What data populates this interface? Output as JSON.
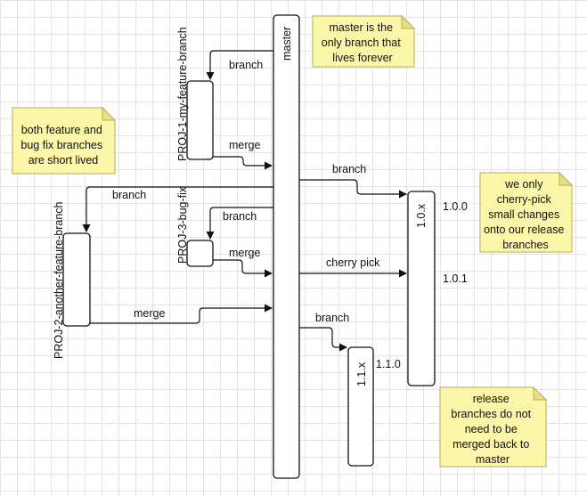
{
  "branches": {
    "master": "master",
    "feature1": "PROJ-1-my-feature-branch",
    "feature2": "PROJ-2-another-feature-branch",
    "bugfix": "PROJ-3-bug-fix",
    "release100": "1.0.x",
    "release110": "1.1.x"
  },
  "edges": {
    "branch_label": "branch",
    "merge_label": "merge",
    "cherry_pick_label": "cherry pick"
  },
  "versions": {
    "v100": "1.0.0",
    "v101": "1.0.1",
    "v110": "1.1.0"
  },
  "notes": {
    "master_note": [
      "master is the",
      "only branch that",
      "lives forever"
    ],
    "short_lived_note": [
      "both feature and",
      "bug fix branches",
      "are short lived"
    ],
    "cherry_pick_note": [
      "we only",
      "cherry-pick",
      "small changes",
      "onto our release",
      "branches"
    ],
    "release_note": [
      "release",
      "branches do not",
      "need to be",
      "merged back to",
      "master"
    ]
  }
}
